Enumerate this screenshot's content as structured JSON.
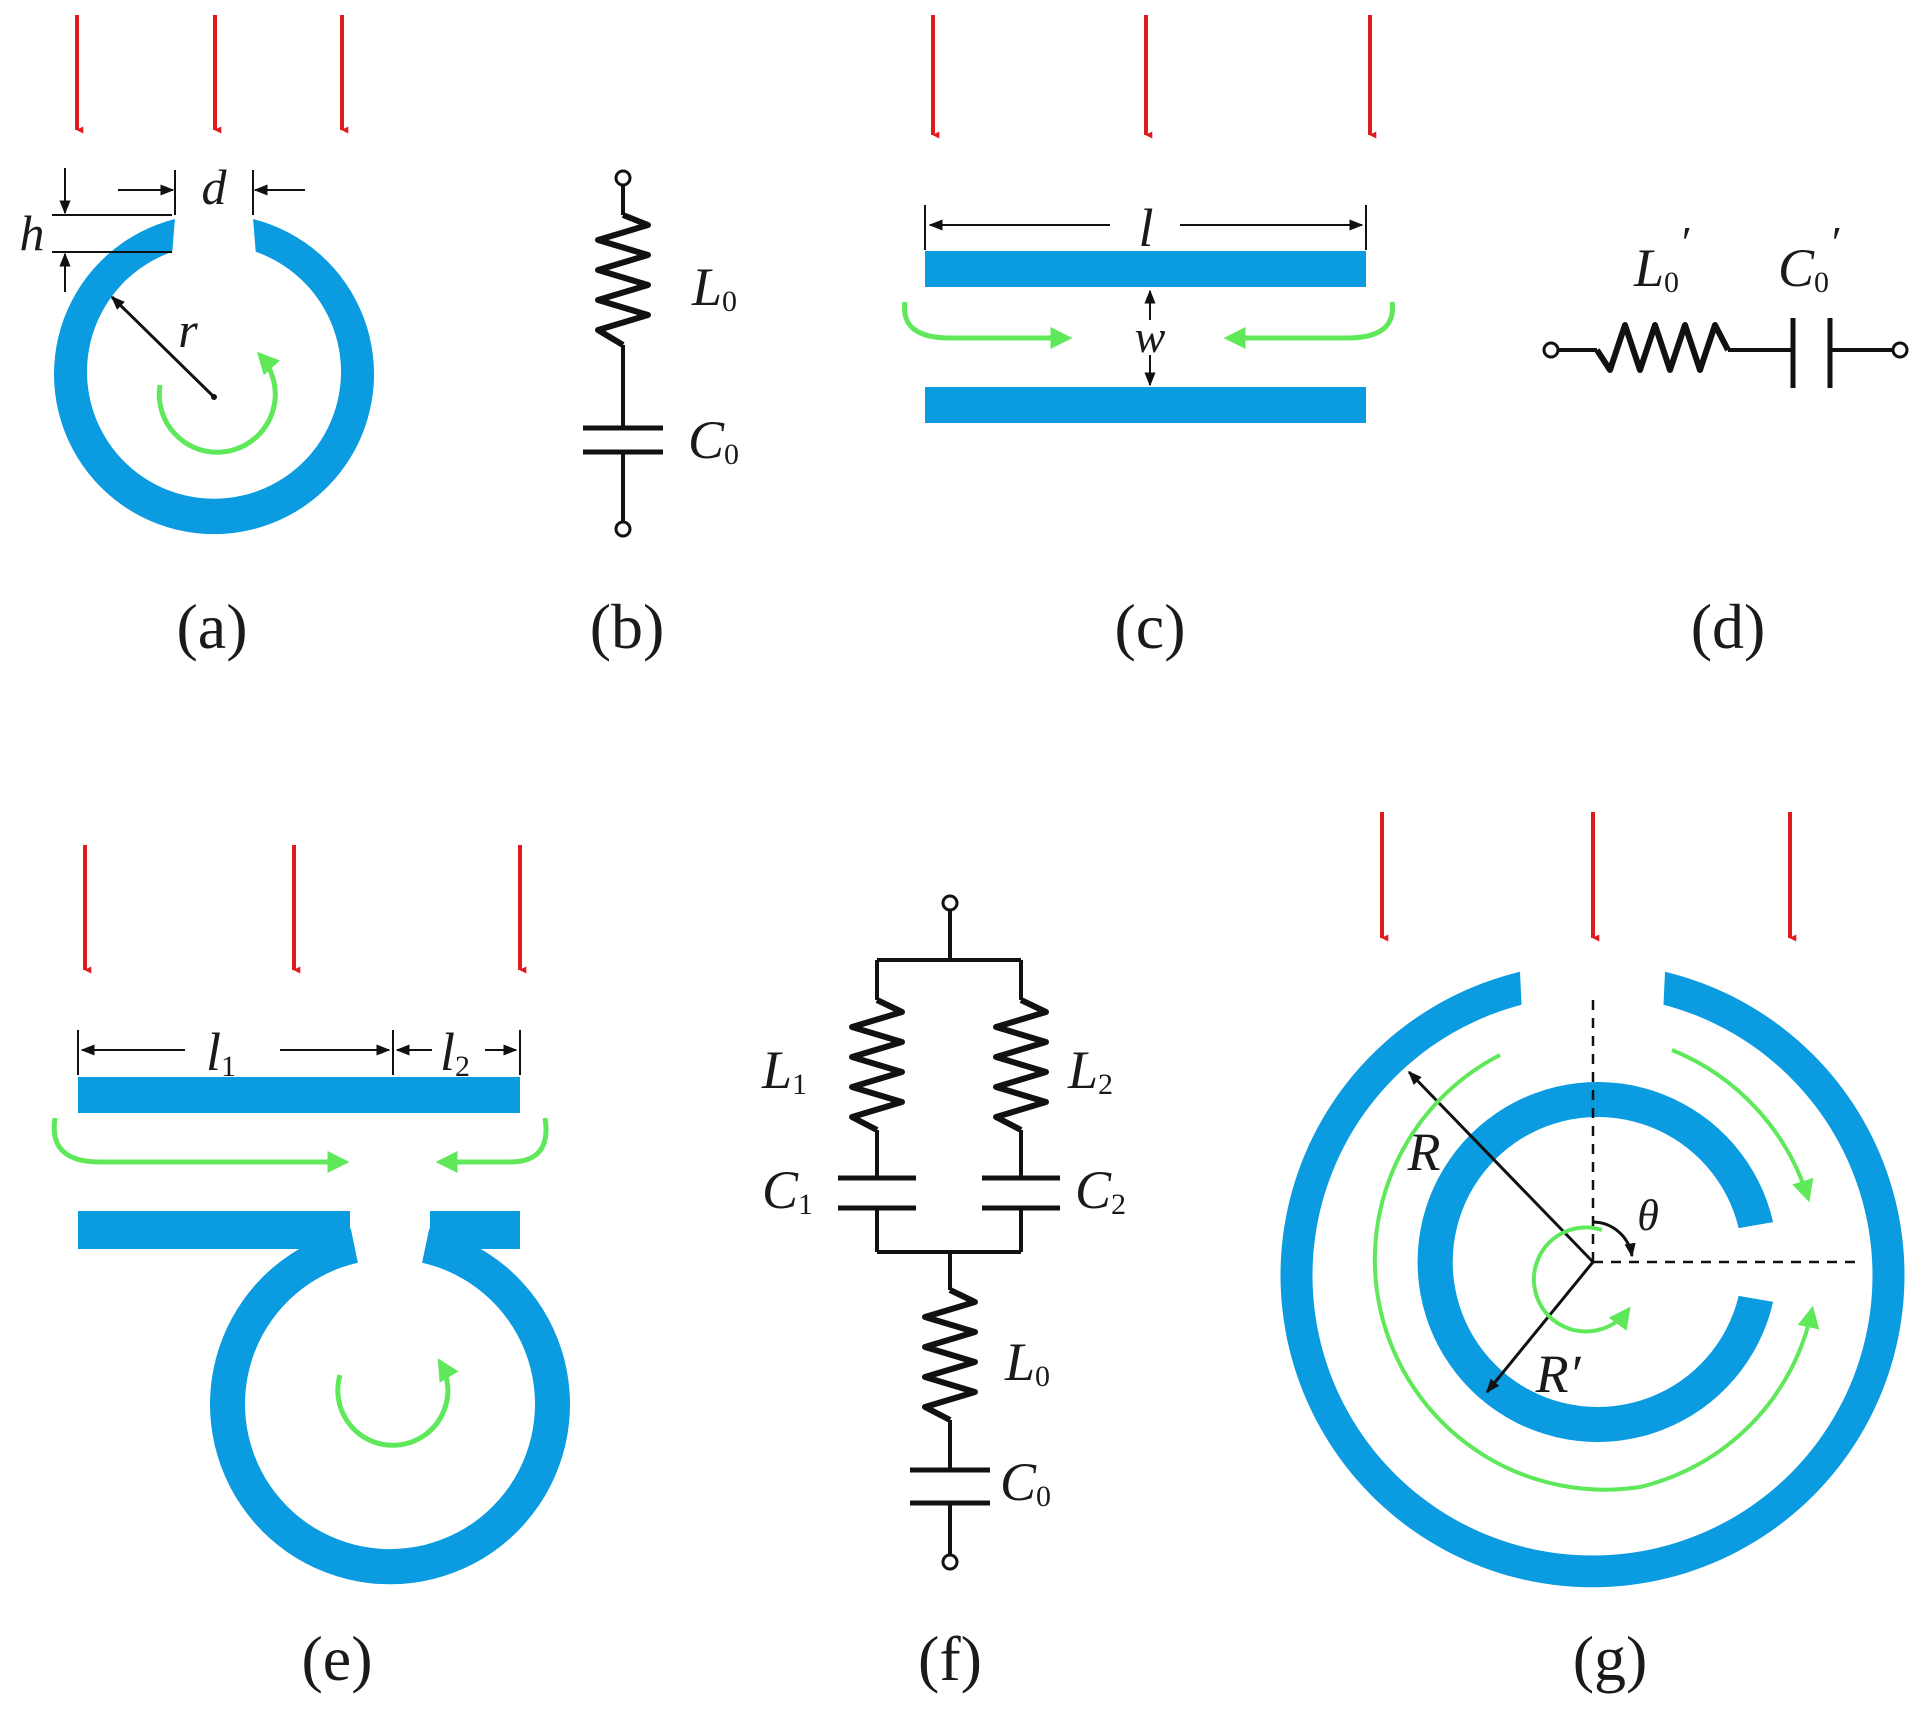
{
  "colors": {
    "conductor": "#0a9be0",
    "incident_arrow": "#e01b1b",
    "current_arrow": "#5ee85a",
    "wire": "#111111"
  },
  "panels": {
    "a": {
      "caption": "(a)",
      "labels": {
        "d": "d",
        "h": "h",
        "r": "r"
      }
    },
    "b": {
      "caption": "(b)",
      "labels": {
        "L": "L",
        "L_sub": "0",
        "C": "C",
        "C_sub": "0"
      }
    },
    "c": {
      "caption": "(c)",
      "labels": {
        "l": "l",
        "w": "w"
      }
    },
    "d": {
      "caption": "(d)",
      "labels": {
        "L": "L",
        "L_sub": "0",
        "L_prime": "′",
        "C": "C",
        "C_sub": "0",
        "C_prime": "′"
      }
    },
    "e": {
      "caption": "(e)",
      "labels": {
        "l1": "l",
        "l1_sub": "1",
        "l2": "l",
        "l2_sub": "2"
      }
    },
    "f": {
      "caption": "(f)",
      "labels": {
        "L1": "L",
        "L1_sub": "1",
        "L2": "L",
        "L2_sub": "2",
        "C1": "C",
        "C1_sub": "1",
        "C2": "C",
        "C2_sub": "2",
        "L0": "L",
        "L0_sub": "0",
        "C0": "C",
        "C0_sub": "0"
      }
    },
    "g": {
      "caption": "(g)",
      "labels": {
        "R": "R",
        "R_prime": "R′",
        "theta": "θ"
      }
    }
  }
}
